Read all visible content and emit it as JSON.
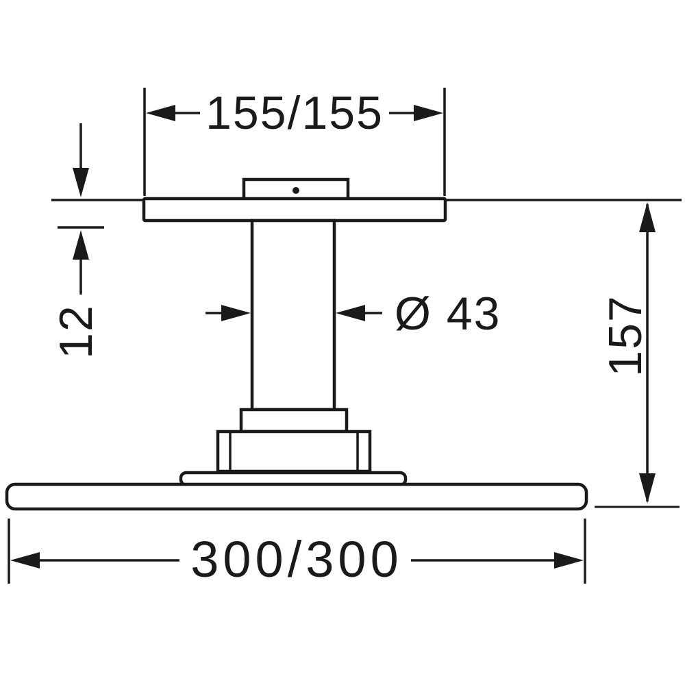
{
  "page": {
    "background": "#ffffff"
  },
  "drawing": {
    "name": "overhead-shower-dimension-drawing",
    "line_color": "#1a1a1a",
    "labels": {
      "top_width": "155/155",
      "plate_offset": "12",
      "pipe_diameter": "Ø 43",
      "ceiling_to_head": "157",
      "head_size": "300/300"
    }
  }
}
